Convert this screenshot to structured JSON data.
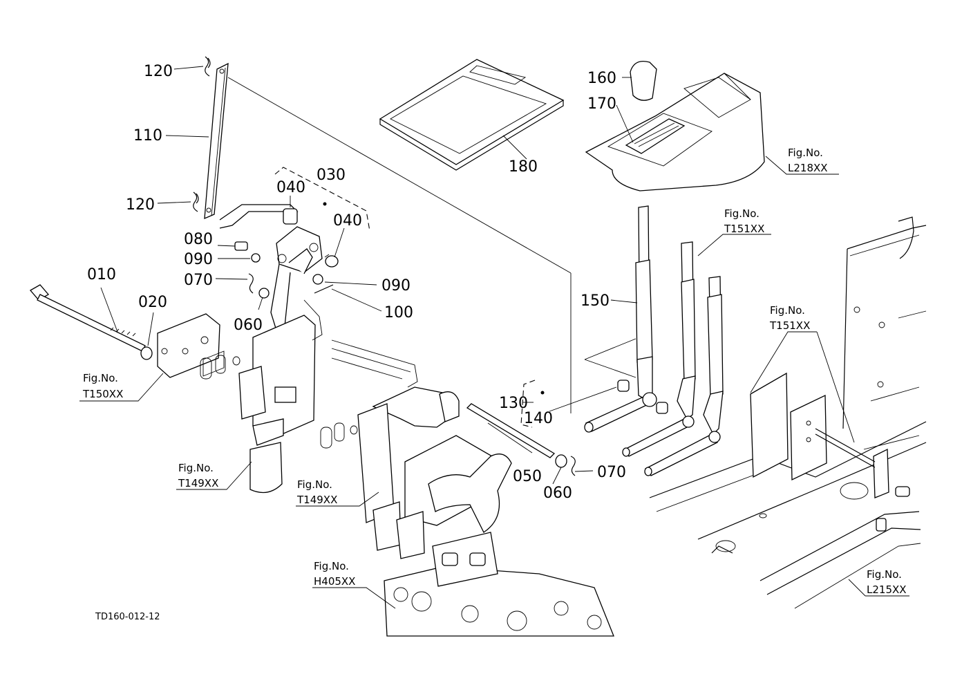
{
  "drawing_code": "TD160-012-12",
  "callouts": {
    "c010": "010",
    "c020": "020",
    "c030": "030",
    "c040a": "040",
    "c040b": "040",
    "c050": "050",
    "c060a": "060",
    "c060b": "060",
    "c070a": "070",
    "c070b": "070",
    "c080": "080",
    "c090a": "090",
    "c090b": "090",
    "c100": "100",
    "c110": "110",
    "c120a": "120",
    "c120b": "120",
    "c130": "130",
    "c140": "140",
    "c150": "150",
    "c160": "160",
    "c170": "170",
    "c180": "180"
  },
  "figure_refs": [
    {
      "label": "Fig.No.",
      "code": "L218XX"
    },
    {
      "label": "Fig.No.",
      "code": "T151XX"
    },
    {
      "label": "Fig.No.",
      "code": "T151XX"
    },
    {
      "label": "Fig.No.",
      "code": "T150XX"
    },
    {
      "label": "Fig.No.",
      "code": "T149XX"
    },
    {
      "label": "Fig.No.",
      "code": "T149XX"
    },
    {
      "label": "Fig.No.",
      "code": "H405XX"
    },
    {
      "label": "Fig.No.",
      "code": "L215XX"
    }
  ]
}
